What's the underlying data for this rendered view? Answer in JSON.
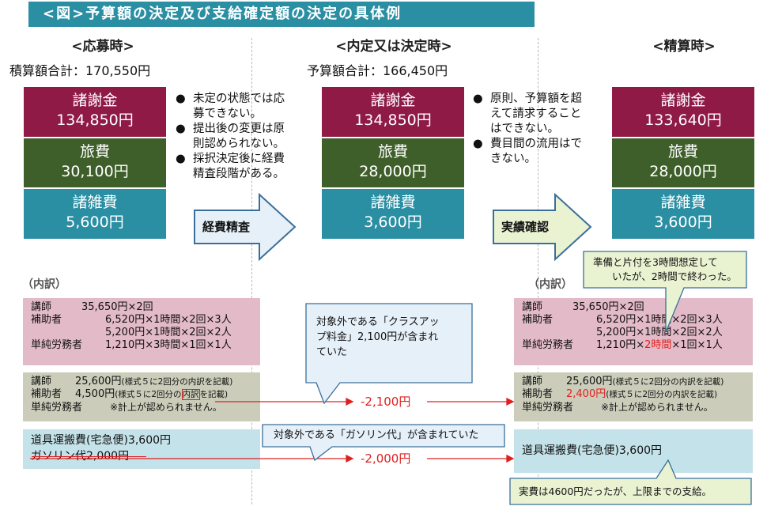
{
  "title": "<図>予算額の決定及び支給確定額の決定の具体例",
  "columns": {
    "application": {
      "heading": "<応募時>",
      "total": "積算額合計：170,550円",
      "items": [
        {
          "name": "諸謝金",
          "amount": "134,850円"
        },
        {
          "name": "旅費",
          "amount": "30,100円"
        },
        {
          "name": "諸雑費",
          "amount": "5,600円"
        }
      ]
    },
    "decision": {
      "heading": "<内定又は決定時>",
      "total": "予算額合計：166,450円",
      "items": [
        {
          "name": "諸謝金",
          "amount": "134,850円"
        },
        {
          "name": "旅費",
          "amount": "28,000円"
        },
        {
          "name": "諸雑費",
          "amount": "3,600円"
        }
      ]
    },
    "settlement": {
      "heading": "<精算時>",
      "items": [
        {
          "name": "諸謝金",
          "amount": "133,640円"
        },
        {
          "name": "旅費",
          "amount": "28,000円"
        },
        {
          "name": "諸雑費",
          "amount": "3,600円"
        }
      ]
    }
  },
  "notes_left": [
    {
      "line1": "未定の状態では応",
      "line2": "募できない。"
    },
    {
      "line1": "提出後の変更は原",
      "line2": "則認められない。"
    },
    {
      "line1": "採択決定後に経費",
      "line2": "精査段階がある。"
    }
  ],
  "notes_right": [
    {
      "line1": "原則、予算額を超",
      "line2": "えて請求すること",
      "line3": "はできない。"
    },
    {
      "line1": "費目間の流用はで",
      "line2": "きない。"
    }
  ],
  "bullet_symbol": "●",
  "arrow1_label": "経費精査",
  "arrow2_label": "実績確認",
  "breakdown_label": "（内訳）",
  "left_breakdown": {
    "honorarium": [
      [
        "講師",
        "35,650円×2回"
      ],
      [
        "補助者",
        "6,520円×1時間×2回×3人"
      ],
      [
        "",
        "5,200円×1時間×2回×2人"
      ],
      [
        "単純労務者",
        "1,210円×3時間×1回×1人"
      ]
    ],
    "travel": {
      "r1_label": "講師",
      "r1_amount": "25,600円",
      "r1_note": "(様式５に2回分の内訳を記載)",
      "r2_label": "補助者",
      "r2_amount": "4,500円",
      "r2_note_a": "(様式５に2回分の",
      "r2_note_box": "内訳",
      "r2_note_b": "を記載)",
      "r3_label": "単純労務者",
      "r3_note": "※計上が認められません。"
    },
    "misc": {
      "r1": "道具運搬費(宅急便)3,600円",
      "r2": "ガソリン代2,000円"
    }
  },
  "right_breakdown": {
    "honorarium": {
      "r1_label": "講師",
      "r1_amount": "35,650円×2回",
      "r2_label": "補助者",
      "r2_amount": "6,520円×1時間×2回×3人",
      "r3_amount": "5,200円×1時間×2回×2人",
      "r4_label": "単純労務者",
      "r4_a": "1,210円×",
      "r4_red": "2時間",
      "r4_b": "×1回×1人"
    },
    "travel": {
      "r1_label": "講師",
      "r1_amount": "25,600円",
      "r1_note": "(様式５に2回分の内訳を記載)",
      "r2_label": "補助者",
      "r2_amount": "2,400円",
      "r2_note": "(様式５に2回分の内訳を記載)",
      "r3_label": "単純労務者",
      "r3_note": "※計上が認められません。"
    },
    "misc": {
      "r1": "道具運搬費(宅急便)3,600円"
    }
  },
  "callouts": {
    "class_fee": {
      "line1": "対象外である「クラスアッ",
      "line2": "プ料金」2,100円が含まれ",
      "line3": "ていた"
    },
    "gasoline": "対象外である「ガソリン代」が含まれていた",
    "prep_time": {
      "line1": "準備と片付を3時間想定して",
      "line2": "いたが、2時間で終わった。"
    },
    "actual_cost": "実費は4600円だったが、上限までの支給。"
  },
  "deductions": {
    "travel": "-2,100円",
    "misc": "-2,000円"
  },
  "colors": {
    "title_bg": "#2b8fa4",
    "maroon": "#8f1a45",
    "green": "#3f5f2a",
    "teal": "#2b8fa4",
    "red": "#e02020"
  }
}
